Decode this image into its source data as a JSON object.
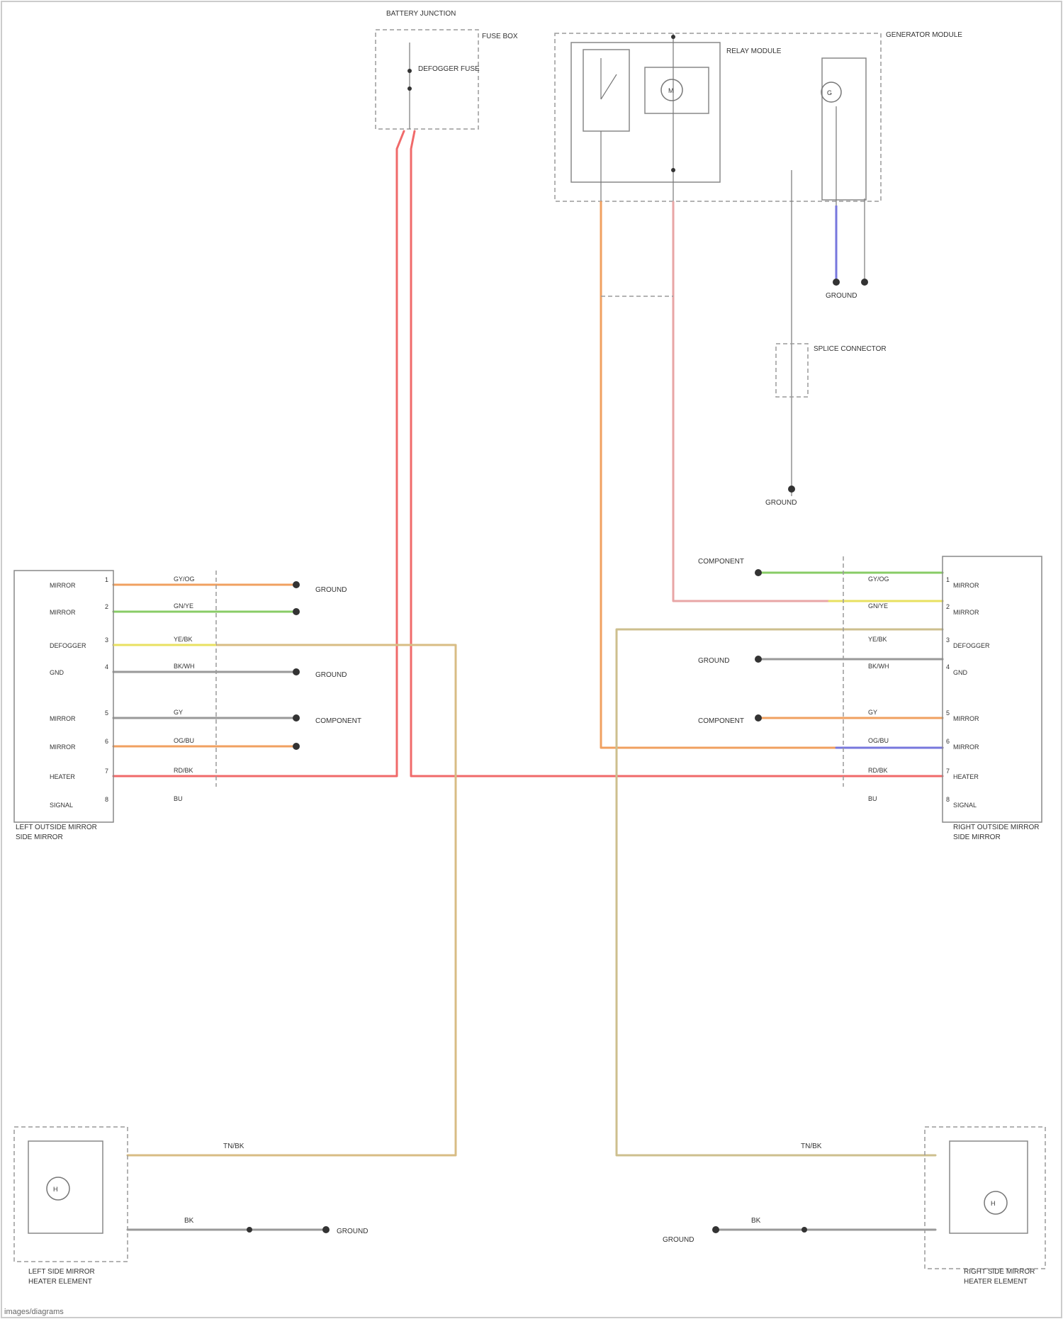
{
  "wire_colors": {
    "red": "#f06a6a",
    "orange": "#f0a060",
    "green": "#88cc66",
    "yellow": "#e8e060",
    "tan": "#d8bc84",
    "gray": "#999999",
    "blue": "#7777dd",
    "pink": "#e8a6a6",
    "tan_olive": "#cdbf8e"
  },
  "components": {
    "fuse_box": {
      "title": "BATTERY JUNCTION",
      "note": "DEFOGGER FUSE",
      "side_label": "FUSE BOX"
    },
    "relay_box": {
      "relay_label": "RELAY MODULE",
      "right_label": "GENERATOR MODULE"
    },
    "ground_top": "GROUND",
    "splice": "SPLICE CONNECTOR",
    "ground_mid": "GROUND"
  },
  "left_module": {
    "title": "LEFT OUTSIDE MIRROR",
    "subtitle": "SIDE MIRROR",
    "pins": [
      "1",
      "2",
      "3",
      "4",
      "5",
      "6",
      "7",
      "8"
    ],
    "pin_labels": [
      "MIRROR",
      "MIRROR",
      "DEFOGGER",
      "GND",
      "MIRROR",
      "MIRROR",
      "HEATER",
      "SIGNAL"
    ],
    "wire_labels": [
      "GY/OG",
      "GN/YE",
      "YE/BK",
      "BK/WH",
      "GY",
      "OG/BU",
      "RD/BK",
      "BU"
    ],
    "right_notes": [
      "GROUND",
      "GROUND",
      "COMPONENT"
    ]
  },
  "right_module": {
    "title": "RIGHT OUTSIDE MIRROR",
    "subtitle": "SIDE MIRROR",
    "pins": [
      "1",
      "2",
      "3",
      "4",
      "5",
      "6",
      "7",
      "8"
    ],
    "pin_labels": [
      "MIRROR",
      "MIRROR",
      "DEFOGGER",
      "GND",
      "MIRROR",
      "MIRROR",
      "HEATER",
      "SIGNAL"
    ],
    "wire_labels": [
      "GY/OG",
      "GN/YE",
      "YE/BK",
      "BK/WH",
      "GY",
      "OG/BU",
      "RD/BK",
      "BU"
    ],
    "left_notes": [
      "COMPONENT",
      "GROUND",
      "COMPONENT"
    ]
  },
  "bottom_left": {
    "title": "LEFT SIDE MIRROR",
    "subtitle": "HEATER ELEMENT",
    "wire_labels": [
      "TN/BK",
      "BK"
    ],
    "note": "GROUND"
  },
  "bottom_right": {
    "title": "RIGHT SIDE MIRROR",
    "subtitle": "HEATER ELEMENT",
    "wire_labels": [
      "TN/BK",
      "BK"
    ],
    "note": "GROUND"
  },
  "footer": "images/diagrams"
}
